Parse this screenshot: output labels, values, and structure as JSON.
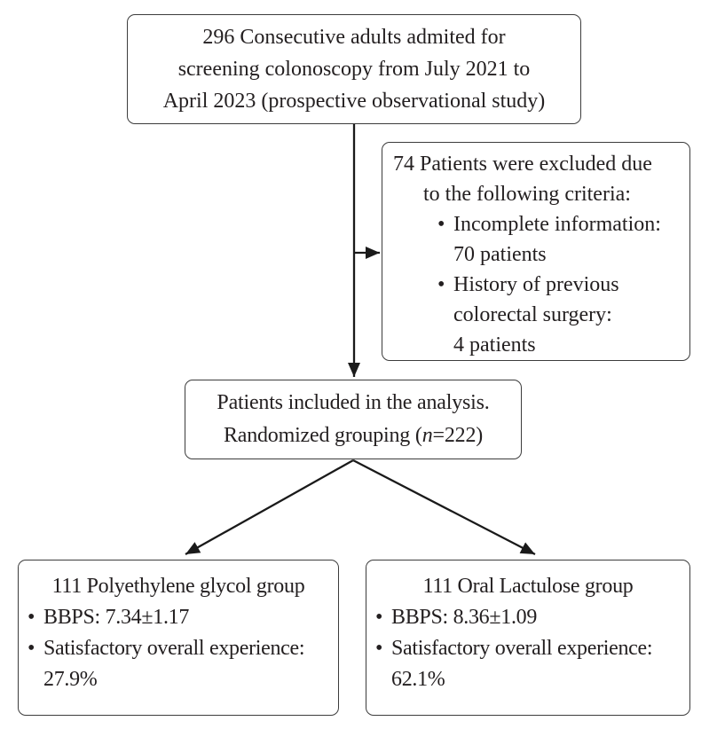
{
  "figure": {
    "type": "study-flow-diagram",
    "colors": {
      "background": "#ffffff",
      "text": "#231f20",
      "box_border": "#3c3c3c",
      "arrow": "#1a1a1a"
    }
  },
  "glyphs": {
    "bullet": "•"
  },
  "boxes": {
    "enrollment": {
      "lines": [
        "296 Consecutive adults admited for",
        "screening colonoscopy from July 2021 to",
        "April 2023 (prospective observational study)"
      ]
    },
    "exclusion": {
      "header_lines": [
        "74 Patients were excluded due",
        "to the following criteria:"
      ],
      "bullets": [
        {
          "lines": [
            "Incomplete information:",
            "70 patients"
          ]
        },
        {
          "lines": [
            "History of previous",
            "colorectal surgery:",
            "4 patients"
          ]
        }
      ]
    },
    "randomization": {
      "line1": "Patients included in the analysis.",
      "line2_prefix": "Randomized grouping (",
      "line2_italic": "n",
      "line2_suffix": "=222)"
    },
    "peg_group": {
      "title": "111 Polyethylene glycol group",
      "bullets": [
        {
          "lines": [
            "BBPS: 7.34±1.17"
          ]
        },
        {
          "lines": [
            "Satisfactory overall experience:",
            "27.9%"
          ]
        }
      ]
    },
    "lactulose_group": {
      "title": "111 Oral Lactulose group",
      "bullets": [
        {
          "lines": [
            "BBPS: 8.36±1.09"
          ]
        },
        {
          "lines": [
            "Satisfactory overall experience:",
            "62.1%"
          ]
        }
      ]
    }
  }
}
